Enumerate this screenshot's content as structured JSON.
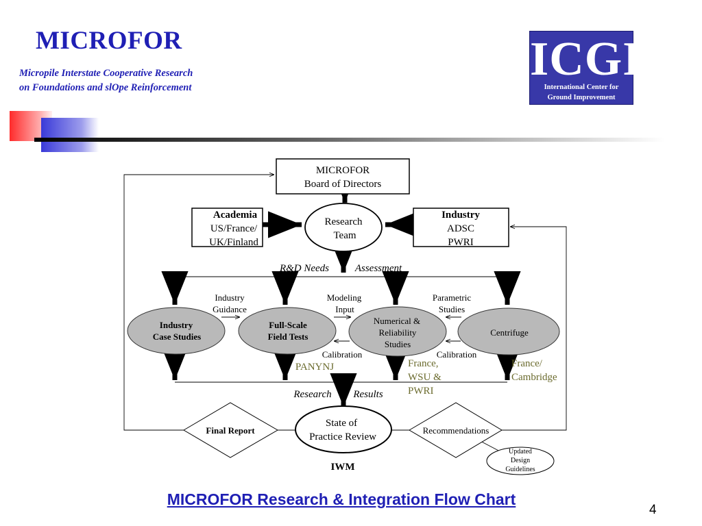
{
  "header": {
    "title": "MICROFOR",
    "subtitle_line1": "Micropile Interstate Cooperative Research",
    "subtitle_line2": "on Foundations and slOpe Reinforcement"
  },
  "logo": {
    "letters": "ICGI",
    "line1": "International Center for",
    "line2": "Ground Improvement"
  },
  "flow": {
    "board_line1": "MICROFOR",
    "board_line2": "Board of Directors",
    "research_line1": "Research",
    "research_line2": "Team",
    "academia_title": "Academia",
    "academia_line1": "US/France/",
    "academia_line2": "UK/Finland",
    "industry_title": "Industry",
    "industry_line1": "ADSC",
    "industry_line2": "PWRI",
    "rd_needs": "R&D Needs",
    "assessment": "Assessment",
    "industry_guidance_1": "Industry",
    "industry_guidance_2": "Guidance",
    "modeling_input_1": "Modeling",
    "modeling_input_2": "Input",
    "parametric_1": "Parametric",
    "parametric_2": "Studies",
    "case_studies_1": "Industry",
    "case_studies_2": "Case Studies",
    "field_tests_1": "Full-Scale",
    "field_tests_2": "Field Tests",
    "numerical_1": "Numerical &",
    "numerical_2": "Reliability",
    "numerical_3": "Studies",
    "centrifuge": "Centrifuge",
    "calibration_left": "Calibration",
    "calibration_right": "Calibration",
    "panynj": "PANYNJ",
    "france_wsu_1": "France,",
    "france_wsu_2": "WSU &",
    "france_wsu_3": "PWRI",
    "france_cam_1": "France/",
    "france_cam_2": "Cambridge",
    "research": "Research",
    "results": "Results",
    "final_report": "Final Report",
    "state_1": "State of",
    "state_2": "Practice Review",
    "recommendations": "Recommendations",
    "updated_1": "Updated",
    "updated_2": "Design",
    "updated_3": "Guidelines",
    "iwm": "IWM"
  },
  "footer": {
    "caption": "MICROFOR Research & Integration Flow Chart",
    "slide_number": "4"
  },
  "colors": {
    "title_blue": "#1f1fb4",
    "node_gray": "#b9b9b9",
    "partner_olive": "#6b6b2e"
  }
}
